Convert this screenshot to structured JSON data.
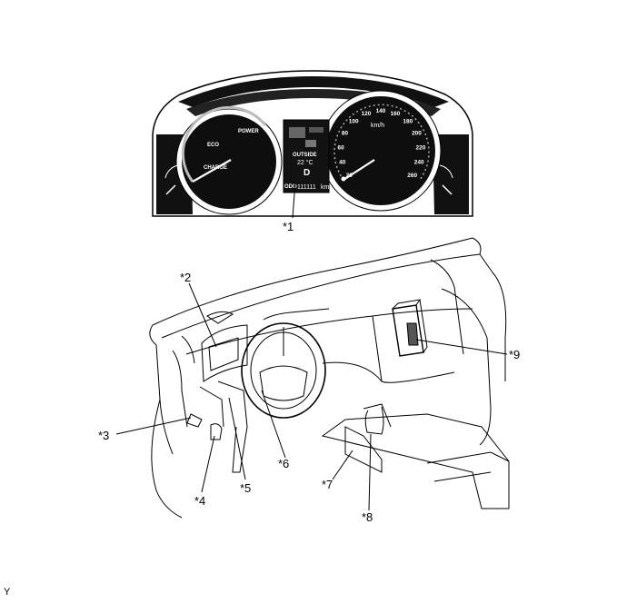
{
  "figure_id": "Y",
  "callouts": {
    "c1": "*1",
    "c2": "*2",
    "c3": "*3",
    "c4": "*4",
    "c5": "*5",
    "c6": "*6",
    "c7": "*7",
    "c8": "*8",
    "c9": "*9"
  },
  "cluster": {
    "power_gauge": {
      "power": "POWER",
      "eco": "ECO",
      "charge": "CHARGE"
    },
    "speedometer": {
      "ticks": [
        "20",
        "40",
        "60",
        "80",
        "100",
        "120",
        "140",
        "160",
        "180",
        "200",
        "220",
        "240",
        "260"
      ],
      "unit": "km/h"
    },
    "display": {
      "outside_label": "OUTSIDE",
      "temperature": "22 °C",
      "gear": "D",
      "odo_label": "ODO",
      "odometer": "111111",
      "odo_unit": "km"
    }
  }
}
